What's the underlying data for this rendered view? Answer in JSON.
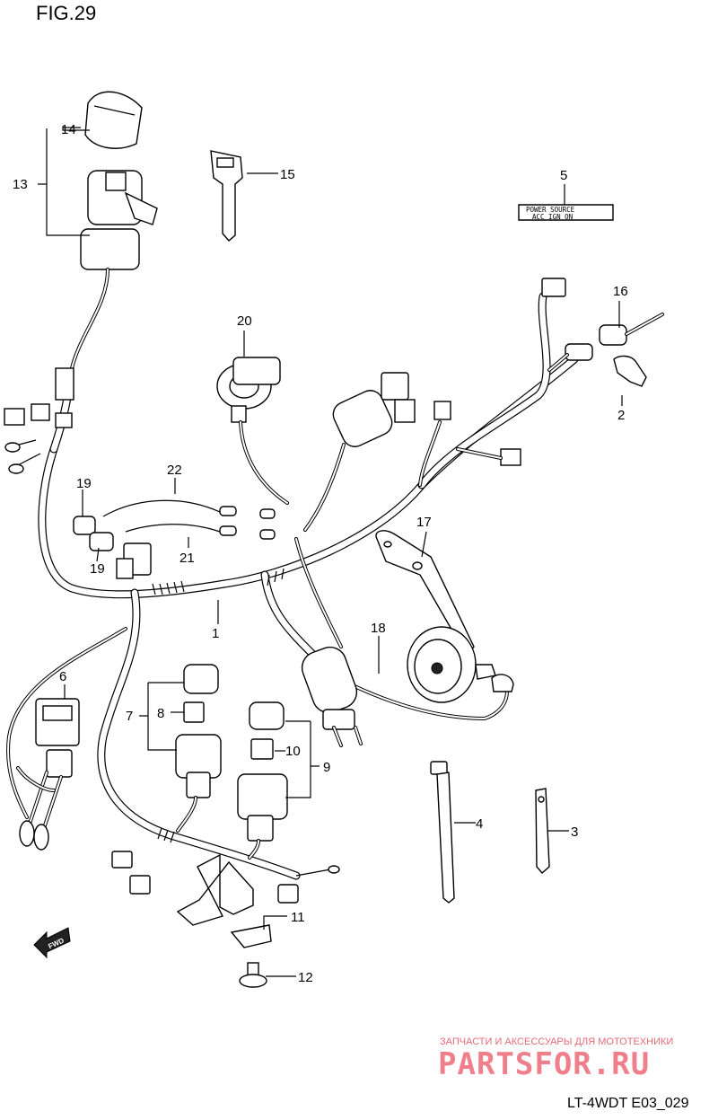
{
  "figure": {
    "title": "FIG.29",
    "code": "LT-4WDT E03_029"
  },
  "labels": {
    "p1": "1",
    "p2": "2",
    "p3": "3",
    "p4": "4",
    "p5": "5",
    "p6": "6",
    "p7": "7",
    "p8": "8",
    "p9": "9",
    "p10": "10",
    "p11": "11",
    "p12": "12",
    "p13": "13",
    "p14": "14",
    "p15": "15",
    "p16": "16",
    "p17": "17",
    "p18": "18",
    "p19a": "19",
    "p19b": "19",
    "p20": "20",
    "p21": "21",
    "p22": "22"
  },
  "decal": {
    "line1": "POWER SOURCE",
    "line2": "ACC  IGN  ON"
  },
  "direction_arrow": "FWD",
  "watermark": {
    "caption": "ЗАПЧАСТИ И АКСЕССУАРЫ ДЛЯ МОТОТЕХНИКИ",
    "brand": "PARTSFOR.RU",
    "color": "#f07f8c"
  }
}
